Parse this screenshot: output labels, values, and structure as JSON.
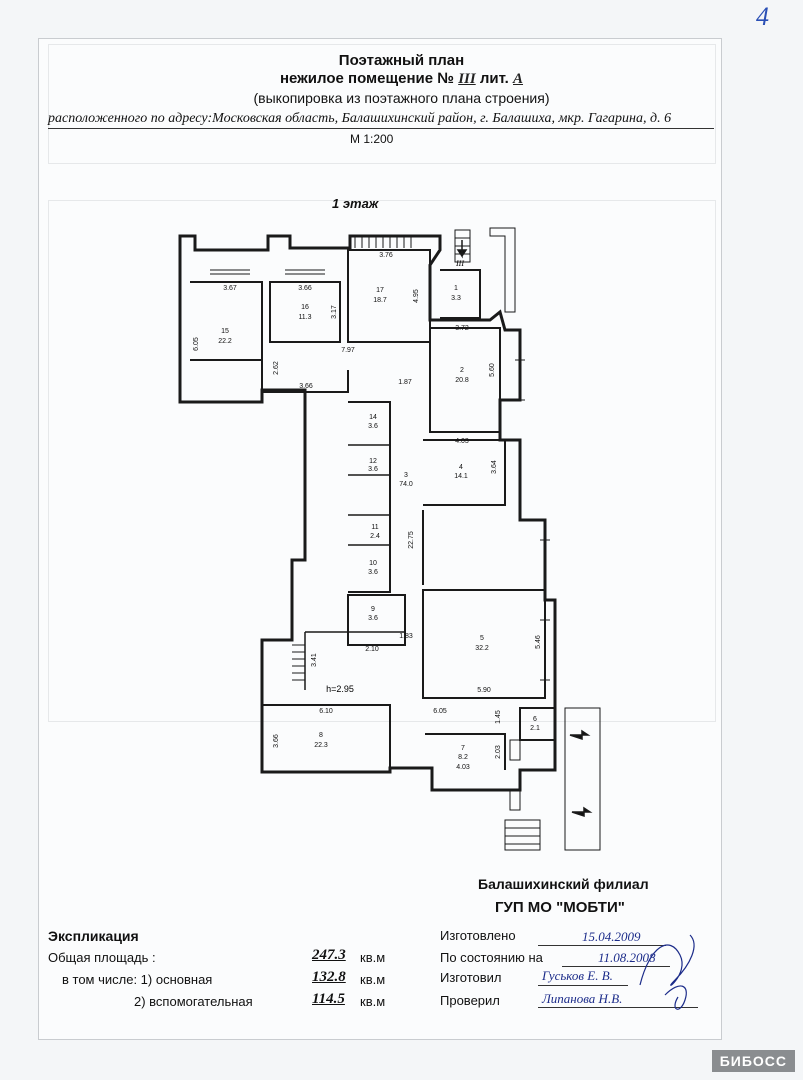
{
  "page_number": "4",
  "header": {
    "title": "Поэтажный план",
    "subject_prefix": "нежилое помещение  №",
    "subject_number": "III",
    "subject_lit_prefix": " лит.",
    "subject_lit": "A",
    "subtitle": "(выкопировка из поэтажного плана строения)",
    "address_prefix": "расположенного по адресу:",
    "address": "Московская область, Балашихинский район, г. Балашиха, мкр. Гагарина, д. 6",
    "scale": "М 1:200"
  },
  "plan": {
    "floor_label": "1 этаж",
    "premise_mark": "III",
    "height_label": "h=2.95",
    "rooms": [
      {
        "no": "15",
        "area": "22.2"
      },
      {
        "no": "16",
        "area": "11.3"
      },
      {
        "no": "17",
        "area": "18.7"
      },
      {
        "no": "1",
        "area": "3.3"
      },
      {
        "no": "2",
        "area": "20.8"
      },
      {
        "no": "14",
        "area": "3.6"
      },
      {
        "no": "12",
        "area": "3.6"
      },
      {
        "no": "3",
        "area": "74.0"
      },
      {
        "no": "4",
        "area": "14.1"
      },
      {
        "no": "11",
        "area": "2.4"
      },
      {
        "no": "10",
        "area": "3.6"
      },
      {
        "no": "9",
        "area": "3.6"
      },
      {
        "no": "5",
        "area": "32.2"
      },
      {
        "no": "6",
        "area": "2.1"
      },
      {
        "no": "8",
        "area": "22.3"
      },
      {
        "no": "7",
        "area": "8.2"
      }
    ],
    "dimensions": [
      "3.67",
      "3.66",
      "3.76",
      "6.05",
      "3.17",
      "4.95",
      "3.72",
      "7.97",
      "2.62",
      "3.66",
      "1.87",
      "5.60",
      "4.03",
      "3.64",
      "22.75",
      "1.83",
      "2.10",
      "3.41",
      "5.46",
      "5.90",
      "6.10",
      "6.05",
      "1.45",
      "3.66",
      "2.03",
      "4.03"
    ]
  },
  "organization": {
    "line1": "Балашихинский филиал",
    "line2": "ГУП МО \"МОБТИ\""
  },
  "explication": {
    "title": "Экспликация",
    "total_label": "Общая площадь :",
    "total_value": "247.3",
    "main_label": "в том числе: 1) основная",
    "main_value": "132.8",
    "aux_label": "2) вспомогательная",
    "aux_value": "114.5",
    "unit": "кв.м"
  },
  "meta": {
    "made_label": "Изготовлено",
    "made_date": "15.04.2009",
    "state_label": "По состоянию на",
    "state_date": "11.08.2008",
    "made_by_label": "Изготовил",
    "made_by": "Гуськов Е. В.",
    "checked_label": "Проверил",
    "checked_by": "Липанова Н.В."
  },
  "watermark": "БИБОСС",
  "colors": {
    "ink": "#111111",
    "handwriting": "#1c2c8a",
    "paper": "#fbfcfd"
  }
}
